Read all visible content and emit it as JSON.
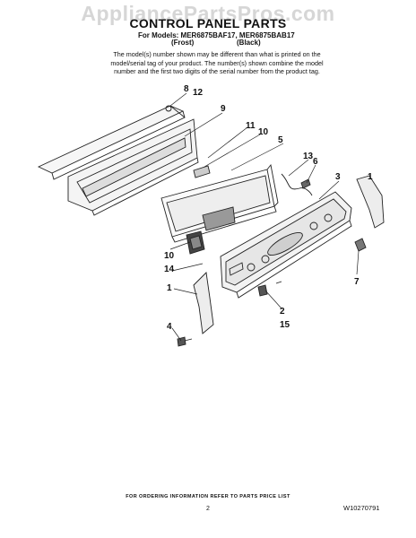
{
  "watermark": "AppliancePartsPros.com",
  "title": "CONTROL PANEL PARTS",
  "models_line": "For Models: MER6875BAF17, MER6875BAB17",
  "variants": [
    "(Frost)",
    "(Black)"
  ],
  "note_lines": [
    "The model(s) number shown may be different than what is printed on the",
    "model/serial tag of your product. The number(s) shown combine the model",
    "number and the first two digits of the serial number from the product tag."
  ],
  "callouts": [
    "8",
    "12",
    "9",
    "11",
    "10",
    "5",
    "13",
    "6",
    "3",
    "7",
    "10",
    "14",
    "1",
    "2",
    "15",
    "4",
    "1"
  ],
  "footer": "FOR ORDERING INFORMATION REFER TO PARTS PRICE LIST",
  "page_number": "2",
  "doc_number": "W10270791"
}
